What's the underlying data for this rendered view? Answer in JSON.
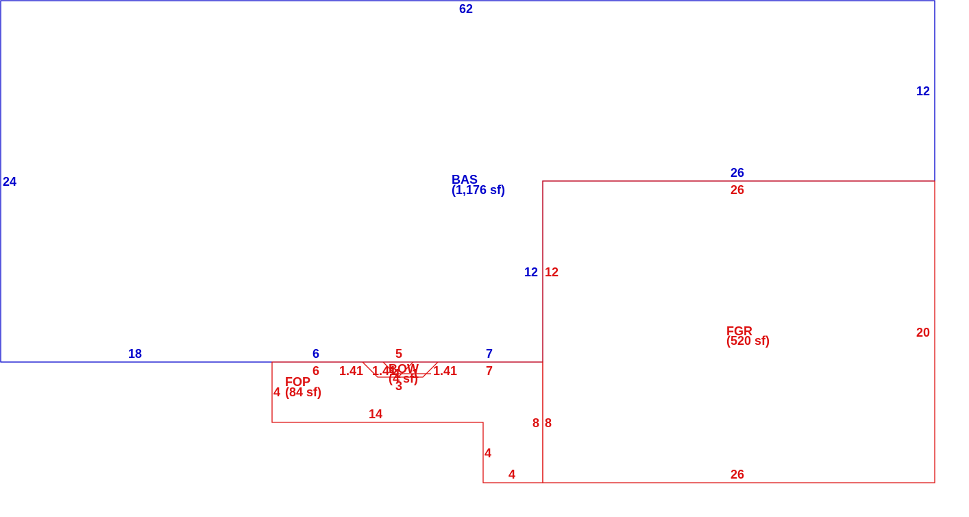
{
  "colors": {
    "main": "#0000cc",
    "additions": "#dd1111"
  },
  "areas": {
    "bas": {
      "code": "BAS",
      "area": "(1,176 sf)"
    },
    "fgr": {
      "code": "FGR",
      "area": "(520 sf)"
    },
    "fop": {
      "code": "FOP",
      "area": "(84 sf)"
    },
    "bow": {
      "code": "BOW",
      "area": "(4 sf)"
    }
  },
  "dimensions": {
    "bas_top": "62",
    "bas_right": "12",
    "bas_left": "24",
    "bas_step_top": "26",
    "bas_step_side": "12",
    "bas_bottom_left": "18",
    "bas_bottom_6": "6",
    "bas_bottom_5": "5",
    "bas_bottom_7": "7",
    "fgr_top": "26",
    "fgr_left": "12",
    "fgr_right": "20",
    "fgr_bottom": "26",
    "fgr_left_lower": "8",
    "fop_right": "8",
    "fop_side_6": "6",
    "fop_left": "4",
    "fop_bottom": "14",
    "fop_top_7": "7",
    "fop_notch_side": "4",
    "fop_notch_bottom": "4",
    "bow_left_diag": "1.41",
    "bow_inner_diag": "1.41",
    "bow_right_diag": "1.41",
    "bow_width": "3",
    "bow_depth_a": "1",
    "bow_depth_b": "1"
  }
}
